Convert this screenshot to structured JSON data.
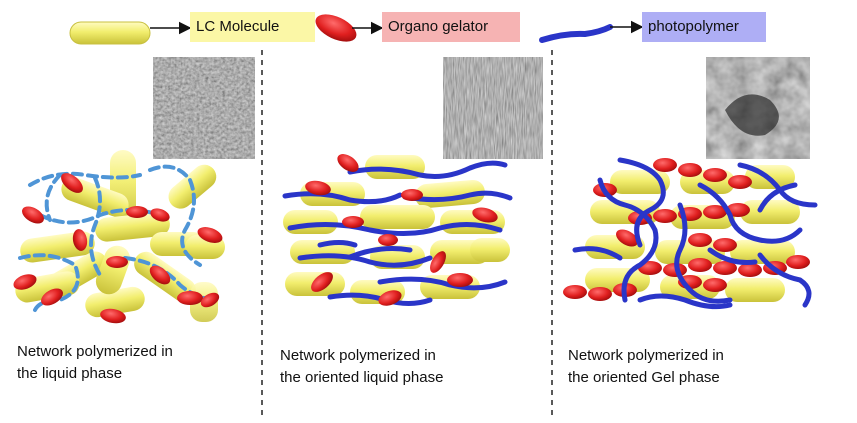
{
  "legend": {
    "lc_molecule": {
      "label": "LC Molecule",
      "box_color": "#fbf7a6",
      "icon": "yellow-rod-icon"
    },
    "organo_gelator": {
      "label": "Organo gelator",
      "box_color": "#f6b3b3",
      "icon": "red-ellipse-icon"
    },
    "photopolymer": {
      "label": "photopolymer",
      "box_color": "#aeaef5",
      "icon": "blue-chain-icon"
    }
  },
  "panels": [
    {
      "caption_line1": "Network polymerized in",
      "caption_line2": "the liquid phase"
    },
    {
      "caption_line1": "Network polymerized in",
      "caption_line2": "the oriented liquid phase"
    },
    {
      "caption_line1": "Network polymerized in",
      "caption_line2": "the oriented Gel phase"
    }
  ],
  "colors": {
    "lc": "#f2ee6e",
    "gelator": "#e01f1f",
    "polymer_solid": "#2a35c8",
    "polymer_dashed": "#4f95d6"
  }
}
